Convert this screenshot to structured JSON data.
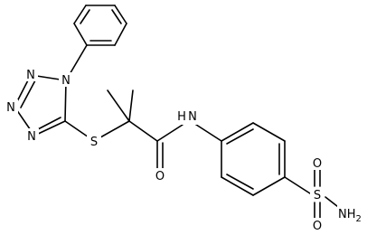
{
  "diagram": {
    "type": "chemical-structure",
    "colors": {
      "bond": "#000000",
      "label": "#000000",
      "background": "#ffffff"
    },
    "atom_labels": {
      "n1": "N",
      "n2": "N",
      "n3": "N",
      "n4": "N",
      "s1": "S",
      "o1": "O",
      "nh": "N",
      "h_of_nh": "H",
      "s2": "S",
      "o2": "O",
      "o3": "O",
      "nh2": "NH",
      "nh2_sub": "2"
    }
  }
}
